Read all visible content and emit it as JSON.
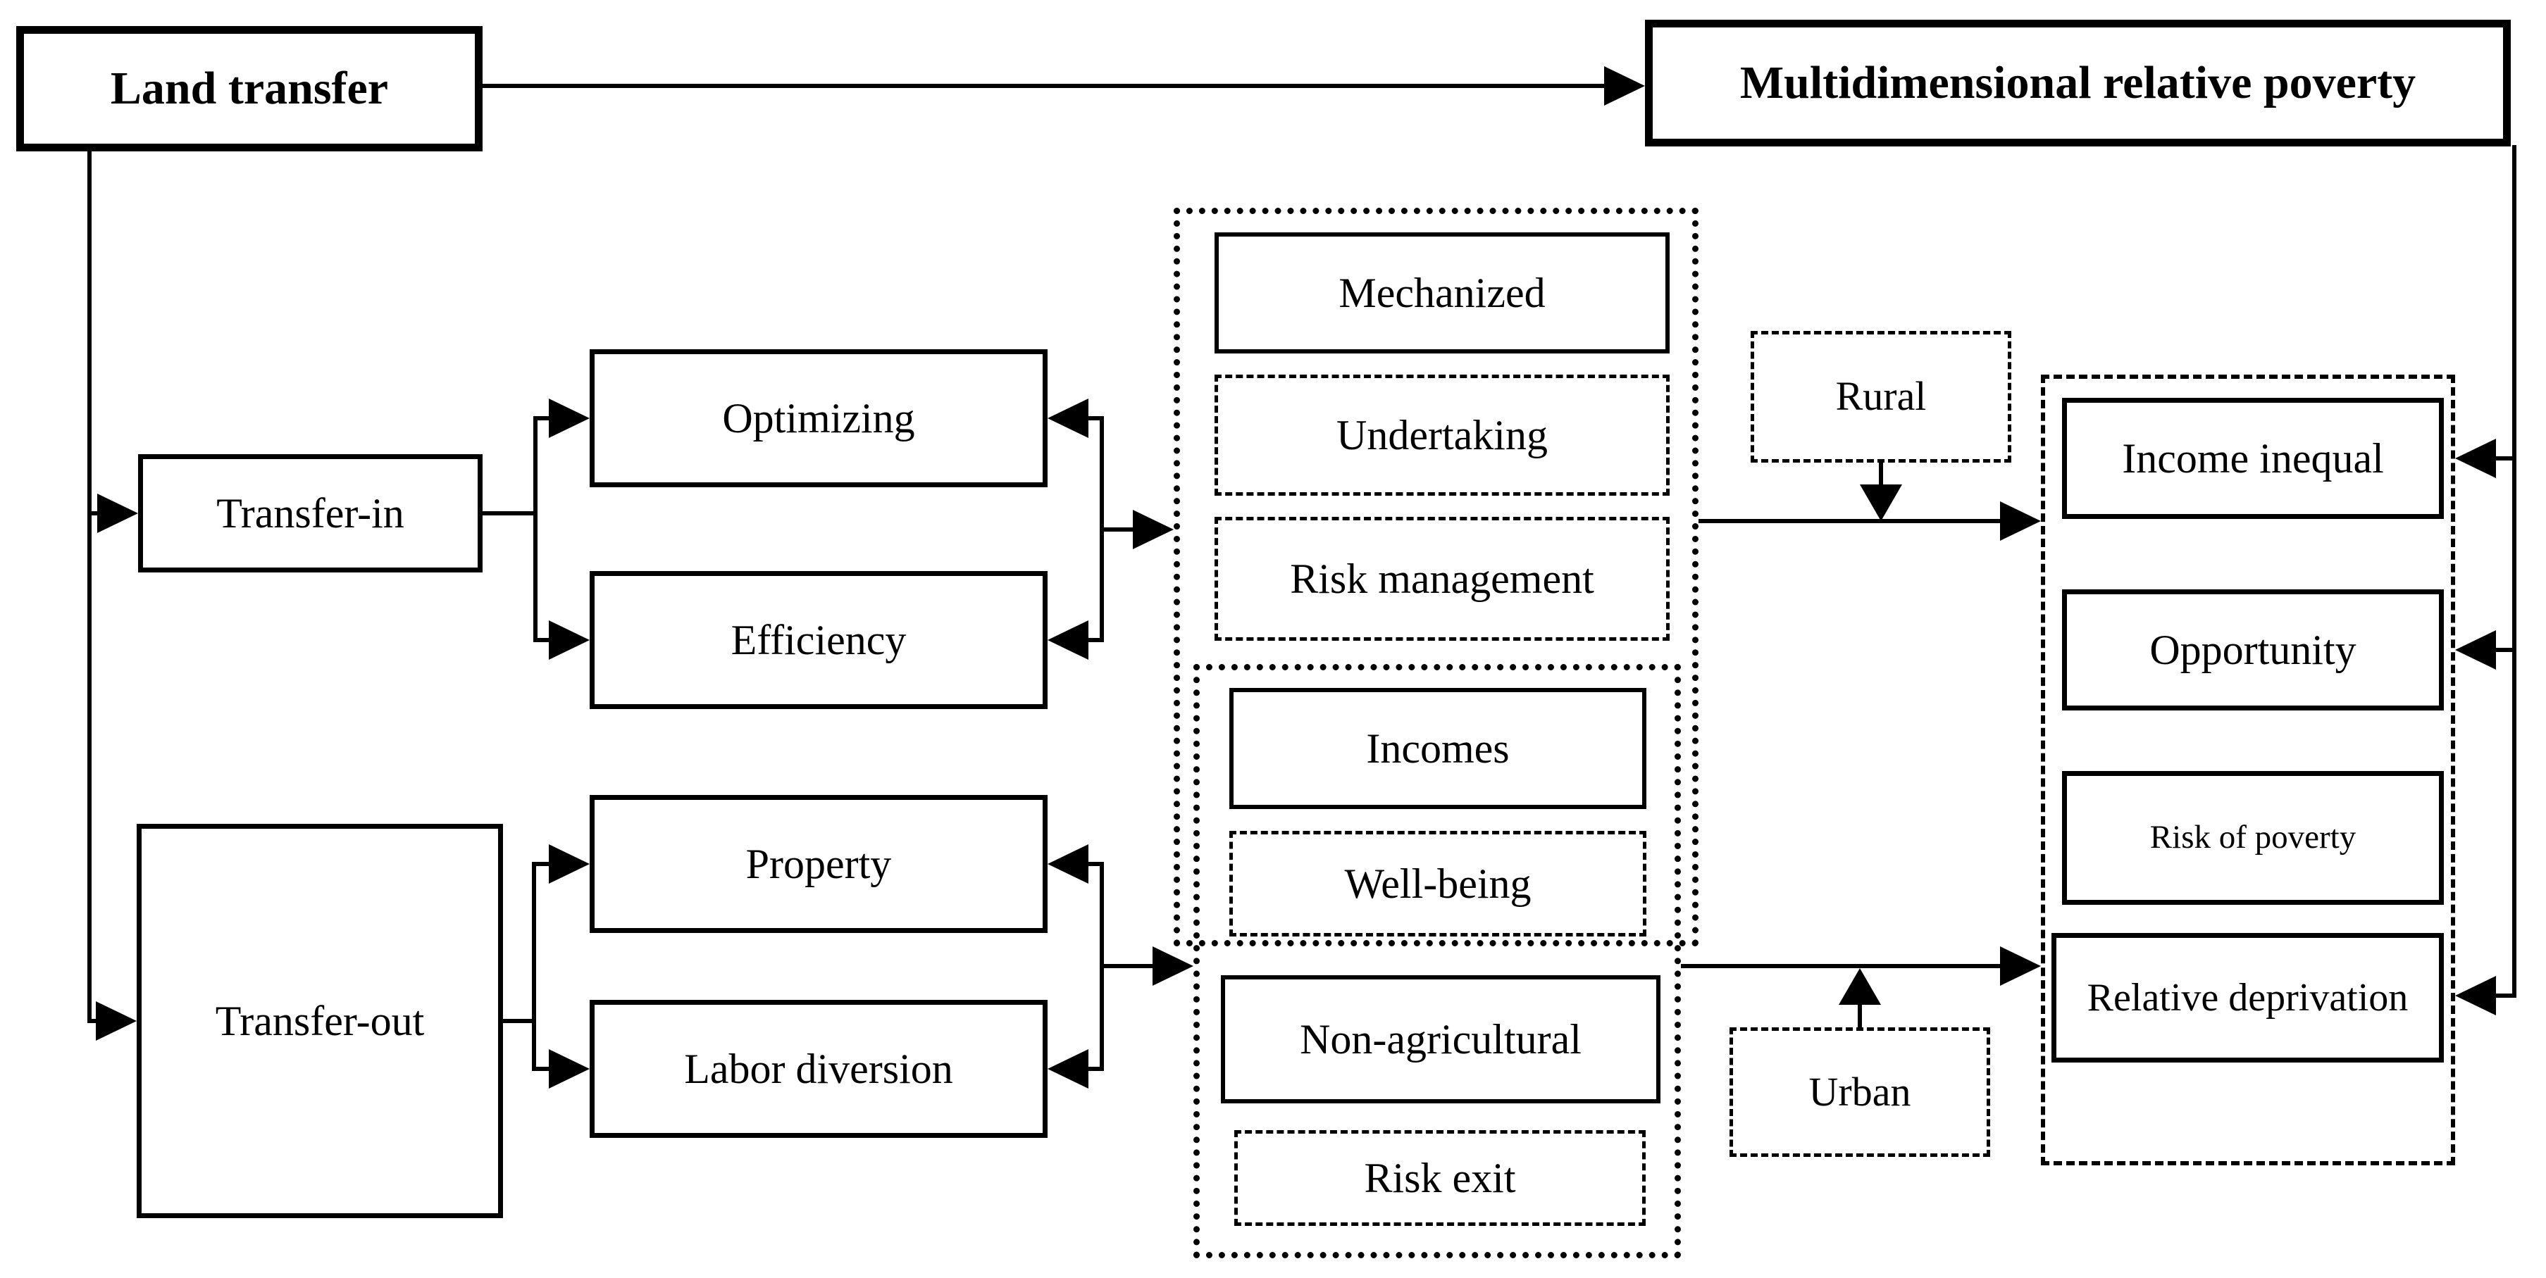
{
  "diagram": {
    "title_nodes": {
      "land_transfer": "Land transfer",
      "multidimensional_poverty": "Multidimensional relative poverty"
    },
    "nodes": {
      "transfer_in": "Transfer-in",
      "transfer_out": "Transfer-out",
      "optimizing": "Optimizing",
      "efficiency": "Efficiency",
      "property": "Property",
      "labor_diversion": "Labor diversion",
      "mechanized": "Mechanized",
      "undertaking": "Undertaking",
      "risk_management": "Risk management",
      "incomes": "Incomes",
      "well_being": "Well-being",
      "non_agricultural": "Non-agricultural",
      "risk_exit": "Risk exit",
      "rural": "Rural",
      "urban": "Urban",
      "income_inequal": "Income inequal",
      "opportunity": "Opportunity",
      "risk_of_poverty": "Risk of poverty",
      "relative_deprivation": "Relative deprivation"
    },
    "colors": {
      "line": "#000000",
      "background": "#ffffff"
    }
  }
}
